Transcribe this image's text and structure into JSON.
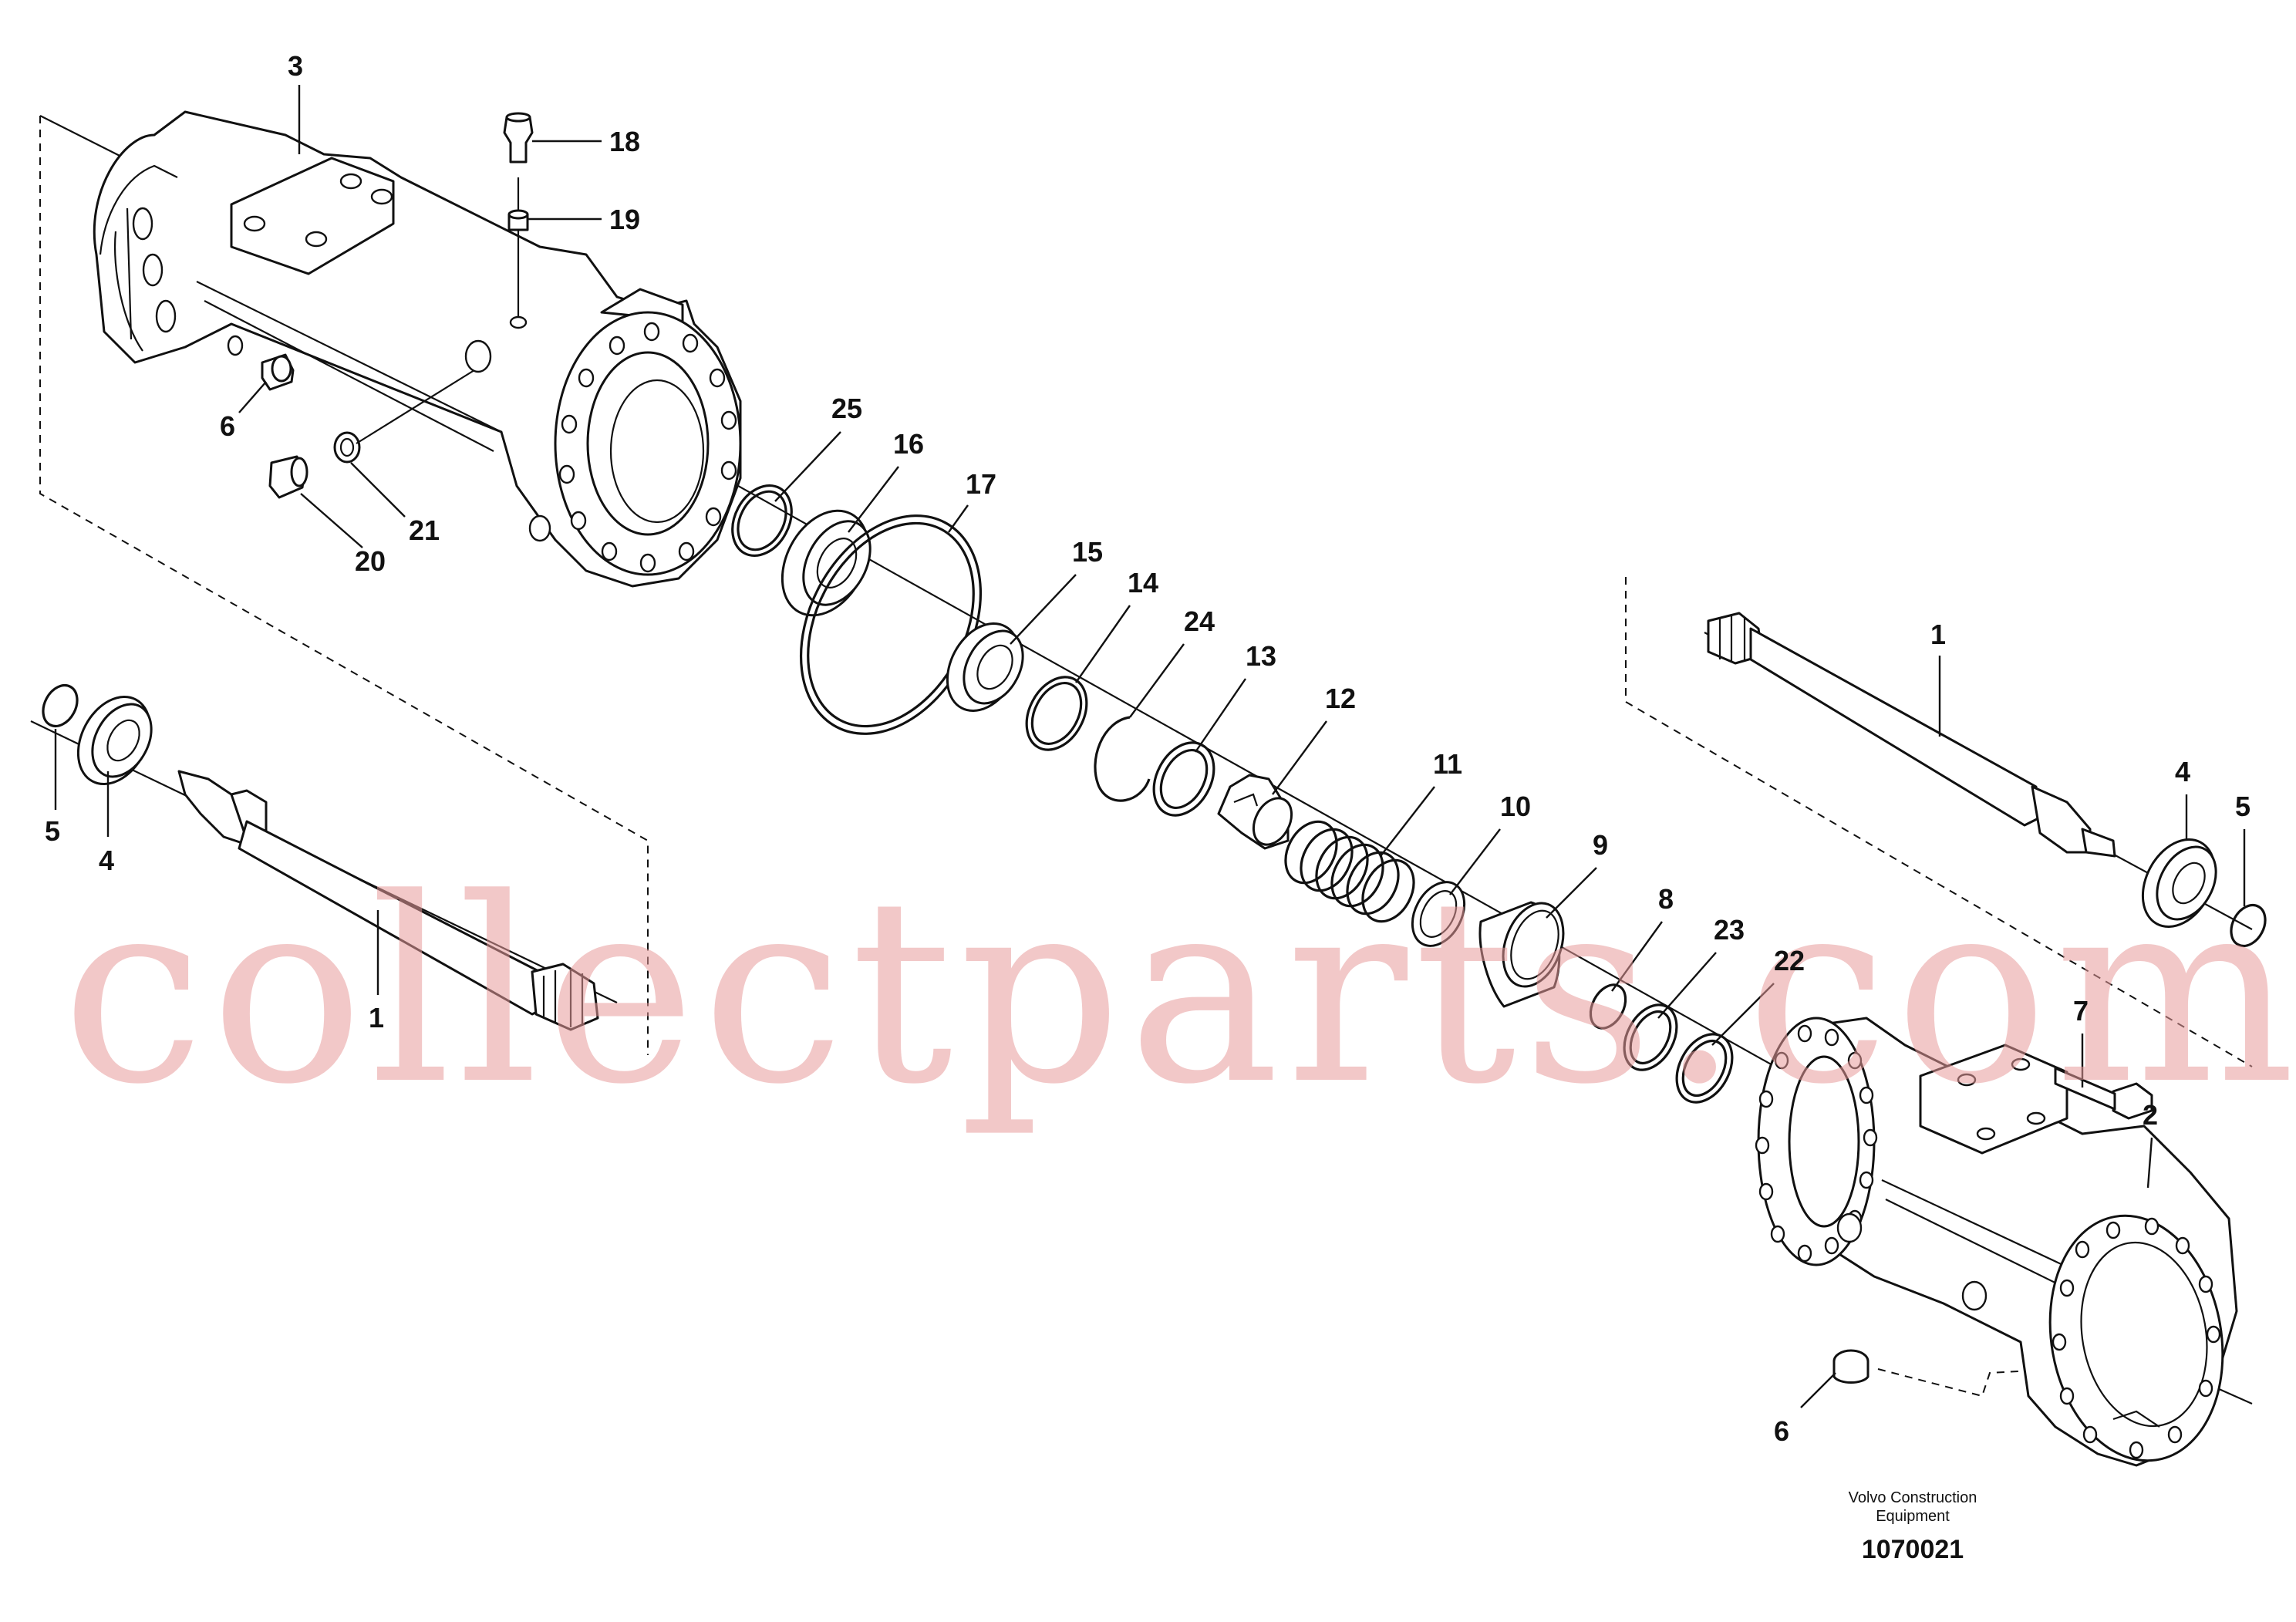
{
  "callouts": {
    "c1a": "1",
    "c1b": "1",
    "c2": "2",
    "c3": "3",
    "c4a": "4",
    "c4b": "4",
    "c5a": "5",
    "c5b": "5",
    "c6a": "6",
    "c6b": "6",
    "c7": "7",
    "c8": "8",
    "c9": "9",
    "c10": "10",
    "c11": "11",
    "c12": "12",
    "c13": "13",
    "c14": "14",
    "c15": "15",
    "c16": "16",
    "c17": "17",
    "c18": "18",
    "c19": "19",
    "c20": "20",
    "c21": "21",
    "c22": "22",
    "c23": "23",
    "c24": "24",
    "c25": "25"
  },
  "footer": {
    "brand_line1": "Volvo Construction",
    "brand_line2": "Equipment",
    "document_number": "1070021"
  },
  "watermark": "collectparts.com"
}
